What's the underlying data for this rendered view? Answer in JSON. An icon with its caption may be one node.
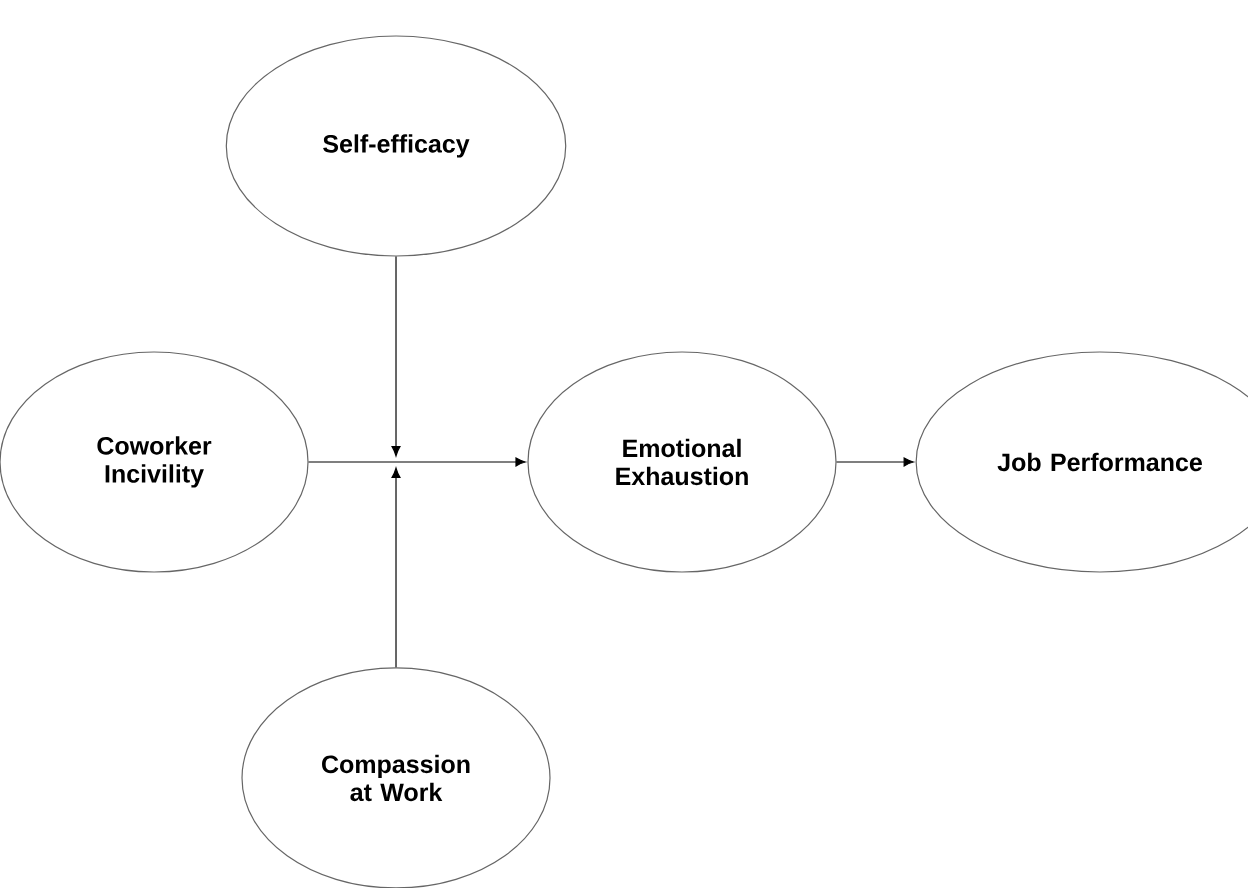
{
  "diagram": {
    "nodes": [
      {
        "text": [
          "Self-efficacy"
        ]
      },
      {
        "text": [
          "Coworker Incivility"
        ]
      },
      {
        "text": [
          "Emotional Exhaustion"
        ]
      },
      {
        "text": [
          "Job Performance"
        ]
      },
      {
        "text": [
          "Compassion at Work"
        ]
      }
    ],
    "edges": [
      {
        "from": 1,
        "to": 2,
        "arrow": "to"
      },
      {
        "from": 2,
        "to": 3,
        "arrow": "to"
      },
      {
        "from": 0,
        "to": null,
        "arrow": "to"
      },
      {
        "from": 4,
        "to": null,
        "arrow": "to"
      }
    ]
  }
}
